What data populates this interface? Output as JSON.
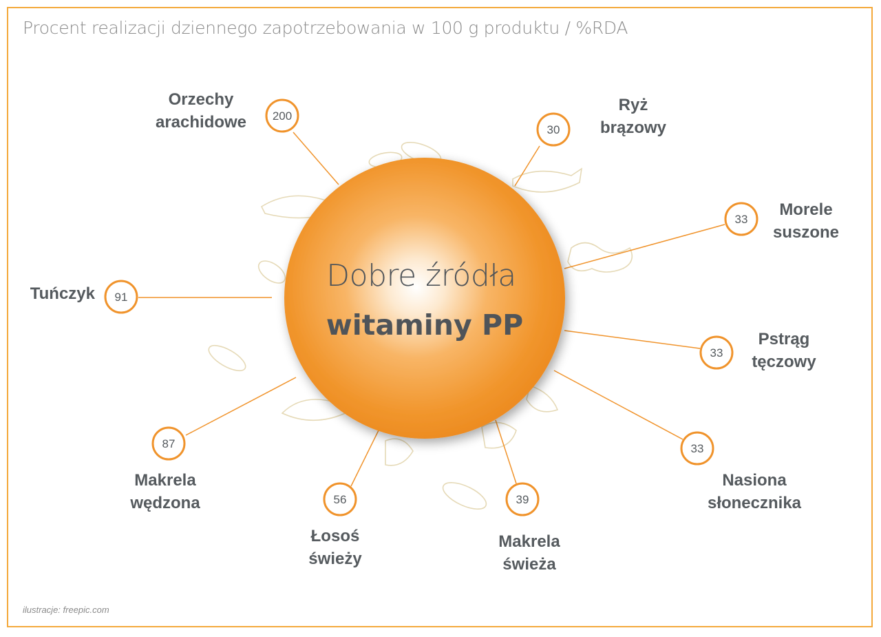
{
  "title": "Procent realizacji dziennego zapotrzebowania w 100 g produktu / %RDA",
  "center": {
    "line1": "Dobre źródła",
    "line2": "witaminy PP"
  },
  "credit": "ilustracje: freepic.com",
  "colors": {
    "accent": "#f0932b",
    "frame": "#f4a93b",
    "text": "#555a5e",
    "illustration": "#e7dbb8"
  },
  "items": [
    {
      "id": "orzechy",
      "label": "Orzechy\narachidowe",
      "value": "200"
    },
    {
      "id": "ryz",
      "label": "Ryż\nbrązowy",
      "value": "30"
    },
    {
      "id": "morele",
      "label": "Morele\nsuszone",
      "value": "33"
    },
    {
      "id": "pstrag",
      "label": "Pstrąg\ntęczowy",
      "value": "33"
    },
    {
      "id": "nasiona",
      "label": "Nasiona\nsłonecznika",
      "value": "33"
    },
    {
      "id": "makrela-swieza",
      "label": "Makrela\nświeża",
      "value": "39"
    },
    {
      "id": "losos",
      "label": "Łosoś\nświeży",
      "value": "56"
    },
    {
      "id": "makrela-wedzona",
      "label": "Makrela\nwędzona",
      "value": "87"
    },
    {
      "id": "tunczyk",
      "label": "Tuńczyk",
      "value": "91"
    }
  ]
}
